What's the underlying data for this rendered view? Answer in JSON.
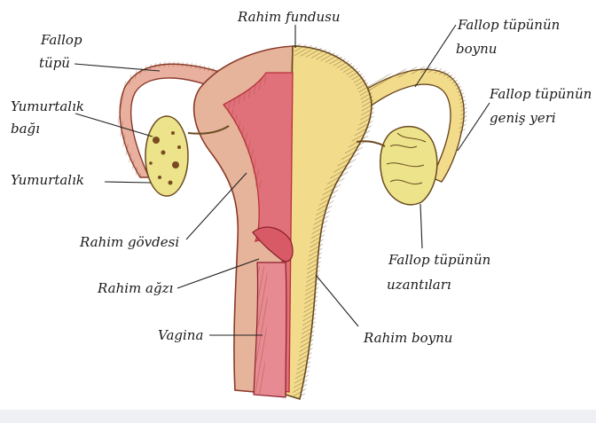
{
  "labels": {
    "fundus": "Rahim fundusu",
    "fallop_tube_line1": "Fallop",
    "fallop_tube_line2": "tüpü",
    "ovary_ligament_line1": "Yumurtalık",
    "ovary_ligament_line2": "bağı",
    "ovary": "Yumurtalık",
    "uterus_body": "Rahim gövdesi",
    "uterus_mouth": "Rahim ağzı",
    "vagina": "Vagina",
    "tube_neck_line1": "Fallop tüpünün",
    "tube_neck_line2": "boynu",
    "tube_ampulla_line1": "Fallop tüpünün",
    "tube_ampulla_line2": "geniş yeri",
    "fimbriae_line1": "Fallop tüpünün",
    "fimbriae_line2": "uzantıları",
    "cervix": "Rahim boynu"
  },
  "colors": {
    "muscle": "#e5b49b",
    "muscle_dark": "#b46a50",
    "lining": "#e0707a",
    "lining_dark": "#b8303a",
    "outer_yellow": "#f2dc8c",
    "ovary": "#ece38a",
    "ovary_spot": "#7a4a20"
  }
}
